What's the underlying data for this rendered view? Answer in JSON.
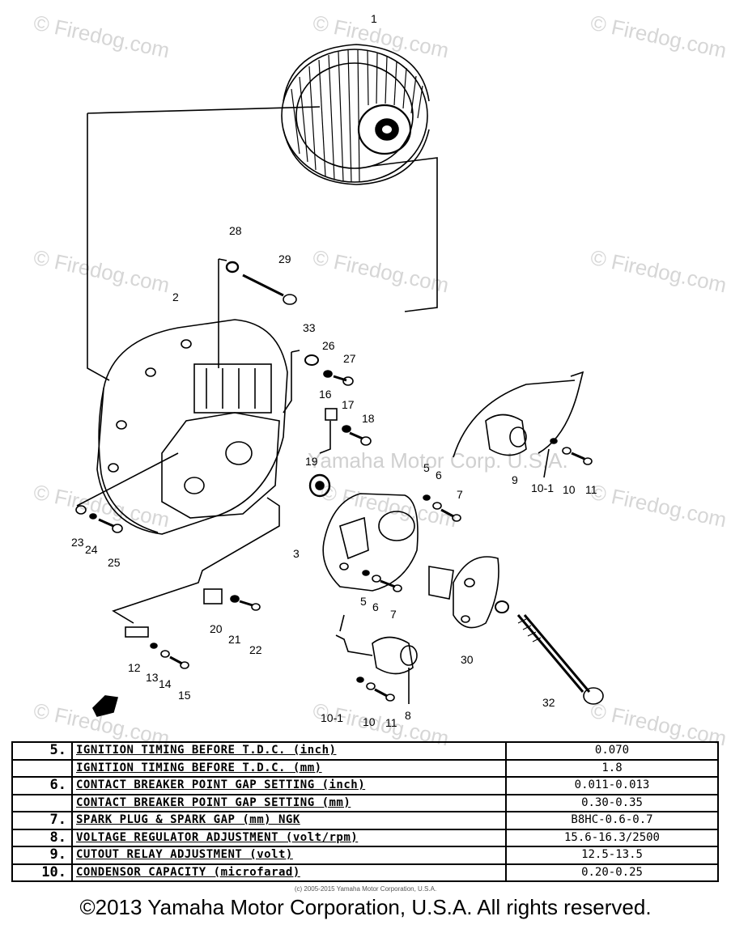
{
  "watermarks": [
    "© Firedog.com",
    "© Firedog.com",
    "© Firedog.com",
    "© Firedog.com",
    "© Firedog.com",
    "© Firedog.com",
    "© Firedog.com",
    "© Firedog.com",
    "© Firedog.com",
    "© Firedog.com",
    "© Firedog.com",
    "© Firedog.com"
  ],
  "center_watermark": "Yamaha Motor Corp. U.S.A.",
  "parts": [
    "1",
    "2",
    "3",
    "5",
    "6",
    "7",
    "5",
    "6",
    "7",
    "8",
    "9",
    "10-1",
    "10",
    "11",
    "10-1",
    "10",
    "11",
    "12",
    "13",
    "14",
    "15",
    "16",
    "17",
    "18",
    "19",
    "20",
    "21",
    "22",
    "23",
    "24",
    "25",
    "26",
    "27",
    "28",
    "29",
    "33",
    "30",
    "32"
  ],
  "spec_table": [
    {
      "num": "5.",
      "desc": "IGNITION TIMING BEFORE T.D.C. (inch)",
      "value": "0.070"
    },
    {
      "num": "",
      "desc": "IGNITION TIMING BEFORE T.D.C. (mm)",
      "value": "1.8"
    },
    {
      "num": "6.",
      "desc": "CONTACT BREAKER POINT GAP SETTING (inch)",
      "value": "0.011-0.013"
    },
    {
      "num": "",
      "desc": "CONTACT BREAKER POINT GAP SETTING (mm)",
      "value": "0.30-0.35"
    },
    {
      "num": "7.",
      "desc": "SPARK PLUG & SPARK GAP (mm) NGK",
      "value": "B8HC-0.6-0.7"
    },
    {
      "num": "8.",
      "desc": "VOLTAGE REGULATOR ADJUSTMENT (volt/rpm)",
      "value": "15.6-16.3/2500"
    },
    {
      "num": "9.",
      "desc": "CUTOUT RELAY ADJUSTMENT (volt)",
      "value": "12.5-13.5"
    },
    {
      "num": "10.",
      "desc": "CONDENSOR CAPACITY (microfarad)",
      "value": "0.20-0.25"
    }
  ],
  "small_copyright": "(c) 2005-2015 Yamaha Motor Corporation, U.S.A.",
  "footer": "©2013 Yamaha Motor Corporation, U.S.A. All rights reserved."
}
